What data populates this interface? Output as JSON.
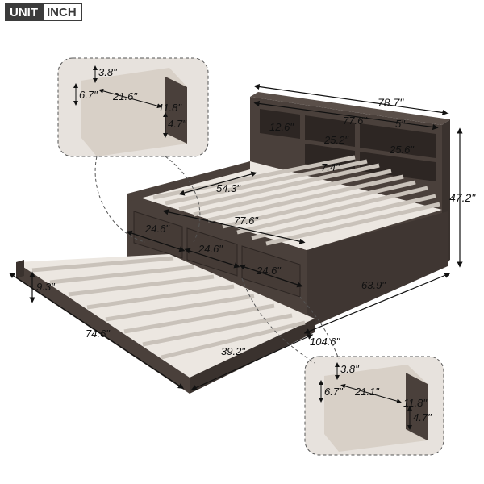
{
  "badge": {
    "unit": "UNIT",
    "inch": "INCH"
  },
  "dimensions": {
    "total_width": "78.7\"",
    "headboard_width": "77.6\"",
    "shelf_height": "12.6\"",
    "shelf_small_height": "5\"",
    "shelf_center": "25.2\"",
    "shelf_right": "25.6\"",
    "shelf_depth": "7.4\"",
    "total_height": "47.2\"",
    "slat_width": "54.3\"",
    "slat_length": "77.6\"",
    "drawer_left": "24.6\"",
    "drawer_mid": "24.6\"",
    "drawer_right": "24.6\"",
    "bed_depth": "63.9\"",
    "total_length": "104.6\"",
    "trundle_height": "9.3\"",
    "trundle_length": "74.6\"",
    "trundle_width": "39.2\""
  },
  "drawer_top": {
    "a": "3.8\"",
    "b": "6.7\"",
    "c": "21.6\"",
    "d": "11.8\"",
    "e": "4.7\""
  },
  "drawer_bottom": {
    "a": "3.8\"",
    "b": "6.7\"",
    "c": "21.1\"",
    "d": "11.8\"",
    "e": "4.7\""
  },
  "colors": {
    "wood": "#4a403b",
    "wood_dark": "#3a322e",
    "slat": "#d8d2cb",
    "inset_bg": "#e7e2dd"
  }
}
